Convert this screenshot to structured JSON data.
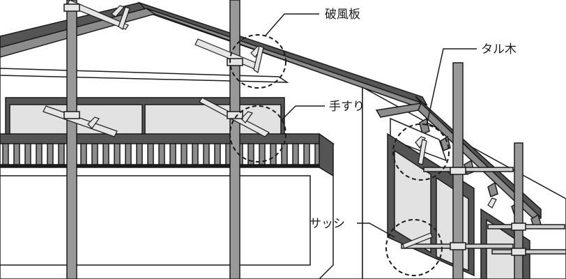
{
  "callouts": {
    "bargeboard": "破風板",
    "rafter": "タル木",
    "handrail": "手すり",
    "sash": "サッシ"
  },
  "colors": {
    "outline": "#1a1a1a",
    "roof_dark": "#555555",
    "roof_face": "#8c8c8c",
    "pole": "#999999",
    "clamp": "#e6e6e6",
    "glass": "#e2e2e2",
    "wall": "#ffffff"
  }
}
